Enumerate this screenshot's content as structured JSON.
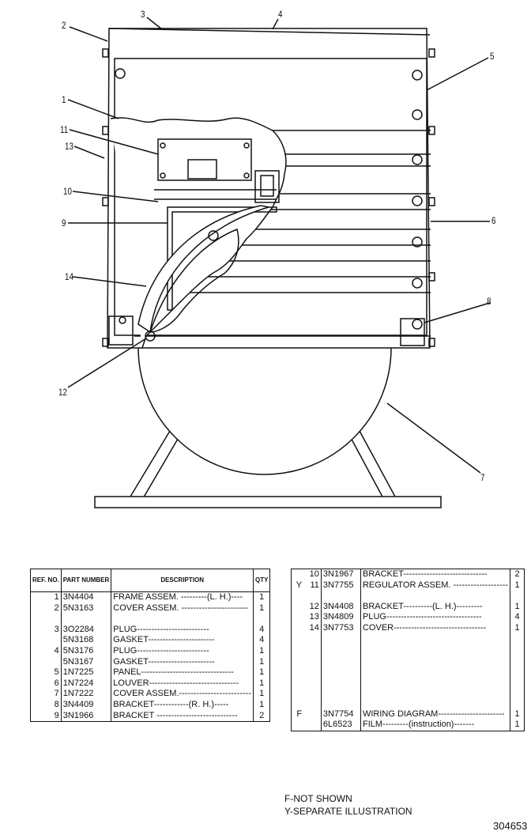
{
  "drawing": {
    "callouts": [
      "1",
      "2",
      "3",
      "4",
      "5",
      "6",
      "7",
      "8",
      "9",
      "10",
      "11",
      "12",
      "13",
      "14"
    ]
  },
  "table_left": {
    "headers": {
      "ref": "REF. NO.",
      "part": "PART NUMBER",
      "desc": "DESCRIPTION",
      "qty": "QTY"
    },
    "rows": [
      {
        "ref": "1",
        "pn": "3N4404",
        "desc": "FRAME ASSEM. ---------(L. H.)----",
        "qty": "1"
      },
      {
        "ref": "2",
        "pn": "5N3163",
        "desc": "COVER ASSEM. -----------------------",
        "qty": "1"
      },
      {
        "ref": "3",
        "pn": "3O2284",
        "desc": "        PLUG-------------------------",
        "qty": "4"
      },
      {
        "ref": "",
        "pn": "5N3168",
        "desc": "        GASKET-----------------------",
        "qty": "4"
      },
      {
        "ref": "4",
        "pn": "5N3176",
        "desc": "        PLUG-------------------------",
        "qty": "1"
      },
      {
        "ref": "",
        "pn": "5N3167",
        "desc": "        GASKET-----------------------",
        "qty": "1"
      },
      {
        "ref": "5",
        "pn": "1N7225",
        "desc": "PANEL--------------------------------",
        "qty": "1"
      },
      {
        "ref": "6",
        "pn": "1N7224",
        "desc": "LOUVER-------------------------------",
        "qty": "1"
      },
      {
        "ref": "7",
        "pn": "1N7222",
        "desc": "COVER ASSEM.-------------------------",
        "qty": "1"
      },
      {
        "ref": "8",
        "pn": "3N4409",
        "desc": "BRACKET------------(R. H.)-----",
        "qty": "1"
      },
      {
        "ref": "9",
        "pn": "3N1966",
        "desc": "BRACKET ----------------------------",
        "qty": "2"
      }
    ]
  },
  "table_right": {
    "rows": [
      {
        "mark": "",
        "ref": "10",
        "pn": "3N1967",
        "desc": "BRACKET-----------------------------",
        "qty": "2"
      },
      {
        "mark": "Y",
        "ref": "11",
        "pn": "3N7755",
        "desc": "REGULATOR ASSEM. -------------------",
        "qty": "1"
      },
      {
        "mark": "",
        "ref": "12",
        "pn": "3N4408",
        "desc": "BRACKET----------(L. H.)---------",
        "qty": "1"
      },
      {
        "mark": "",
        "ref": "13",
        "pn": "3N4809",
        "desc": "PLUG---------------------------------",
        "qty": "4"
      },
      {
        "mark": "",
        "ref": "14",
        "pn": "3N7753",
        "desc": "COVER--------------------------------",
        "qty": "1"
      },
      {
        "mark": "F",
        "ref": "",
        "pn": "3N7754",
        "desc": "WIRING DIAGRAM-----------------------",
        "qty": "1"
      },
      {
        "mark": "",
        "ref": "",
        "pn": "6L6523",
        "desc": "FILM---------(instruction)-------",
        "qty": "1"
      }
    ]
  },
  "notes": {
    "f": "F-NOT SHOWN",
    "y": "Y-SEPARATE ILLUSTRATION"
  },
  "ident": "304653"
}
